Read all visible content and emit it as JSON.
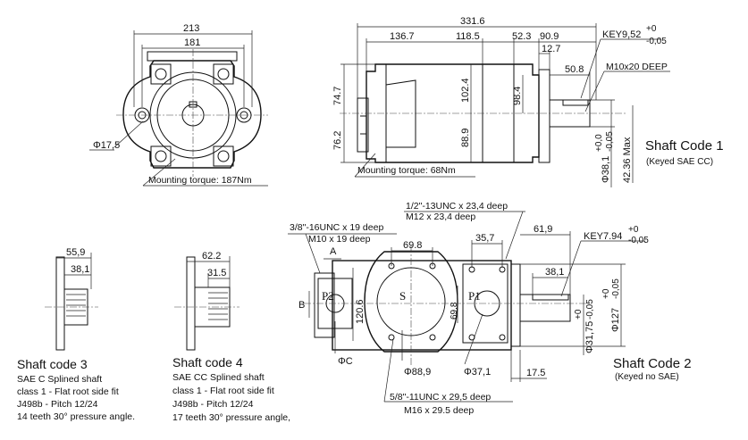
{
  "front_view": {
    "dim_overall_width": "213",
    "dim_bolt_spacing": "181",
    "dim_hole_dia": "Φ17,5",
    "mounting_torque": "Mounting torque: 187Nm"
  },
  "side_view": {
    "dim_total_length": "331.6",
    "dim_136": "136.7",
    "dim_118": "118.5",
    "dim_52": "52.3",
    "dim_90": "90.9",
    "dim_12": "12.7",
    "dim_50": "50.8",
    "dim_74": "74.7",
    "dim_76": "76.2",
    "dim_102": "102.4",
    "dim_98": "98.4",
    "dim_88": "88.9",
    "key_label": "KEY9,52",
    "key_tol_plus": "+0",
    "key_tol_minus": "-0,05",
    "thread_label": "M10x20 DEEP",
    "shaft_dia": "Φ38,1",
    "shaft_tol_plus": "+0,0",
    "shaft_tol_minus": "-0,05",
    "shaft_height": "42.36 Max",
    "mounting_torque": "Mounting torque: 68Nm"
  },
  "shaft_code_1": {
    "title": "Shaft Code 1",
    "subtitle": "(Keyed SAE CC)"
  },
  "shaft_code_3": {
    "dim_outer": "55,9",
    "dim_inner": "38,1",
    "title": "Shaft code 3",
    "line1": "SAE C Splined shaft",
    "line2": "class 1 - Flat root side fit",
    "line3": "J498b - Pitch 12/24",
    "line4": "14 teeth 30° pressure angle."
  },
  "shaft_code_4": {
    "dim_outer": "62.2",
    "dim_inner": "31.5",
    "title": "Shaft code 4",
    "line1": "SAE CC Splined shaft",
    "line2": "class 1 - Flat root side fit",
    "line3": "J498b - Pitch 12/24",
    "line4": "17 teeth 30° pressure angle,"
  },
  "port_view": {
    "thread_top_1": "1/2\"-13UNC x 23,4 deep",
    "thread_top_2": "M12 x 23,4 deep",
    "thread_left_1": "3/8\"-16UNC x 19 deep",
    "thread_left_2": "M10 x 19 deep",
    "dim_69": "69.8",
    "dim_35": "35,7",
    "dim_61": "61,9",
    "key_label": "KEY7.94",
    "key_tol_plus": "+0",
    "key_tol_minus": "-0,05",
    "dim_38": "38,1",
    "dim_A": "A",
    "dim_B": "B",
    "dim_120": "120.6",
    "dim_69v": "69.8",
    "port_s": "S",
    "port_p1": "P1",
    "port_p2": "P2",
    "dim_phi_c": "ΦC",
    "dim_phi_88": "Φ88,9",
    "dim_phi_37": "Φ37,1",
    "dim_17": "17.5",
    "flange_dia": "Φ127",
    "flange_tol_plus": "+0",
    "flange_tol_minus": "-0,05",
    "shaft_dia": "Φ31,75",
    "shaft_tol_plus": "+0",
    "shaft_tol_minus": "-0,05",
    "thread_bottom_1": "5/8\"-11UNC x 29,5 deep",
    "thread_bottom_2": "M16 x 29.5 deep"
  },
  "shaft_code_2": {
    "title": "Shaft Code 2",
    "subtitle": "(Keyed no SAE)"
  }
}
